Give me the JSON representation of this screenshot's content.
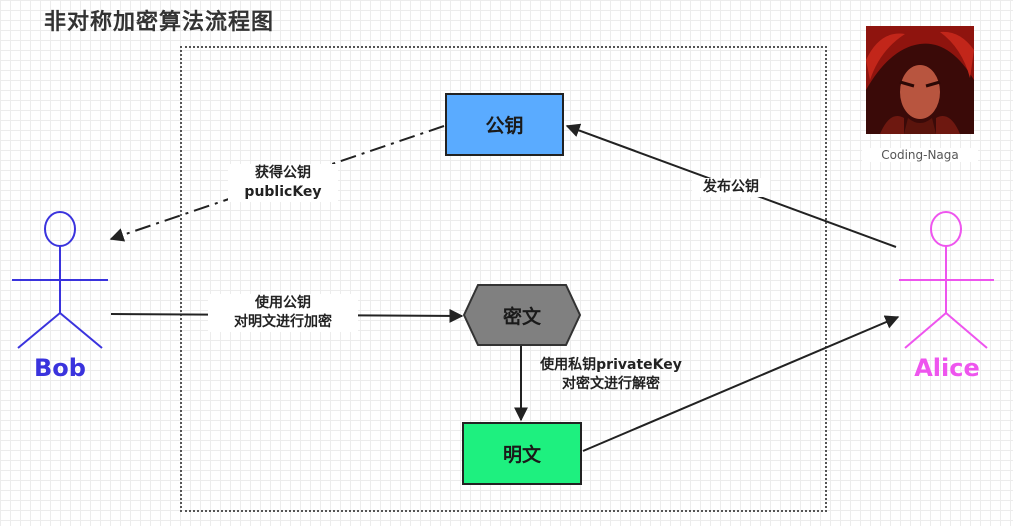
{
  "title": "非对称加密算法流程图",
  "nodes": {
    "public_key": "公钥",
    "ciphertext": "密文",
    "plaintext": "明文"
  },
  "actors": {
    "bob": {
      "name": "Bob",
      "color": "#3a33dd"
    },
    "alice": {
      "name": "Alice",
      "color": "#ee55ee"
    }
  },
  "edges": {
    "get_public_key": [
      "获得公钥",
      "publicKey"
    ],
    "publish_public_key": "发布公钥",
    "encrypt": [
      "使用公钥",
      "对明文进行加密"
    ],
    "decrypt": [
      "使用私钥privateKey",
      "对密文进行解密"
    ]
  },
  "avatar": {
    "caption": "Coding-Naga"
  },
  "colors": {
    "public_key_fill": "#5aabff",
    "ciphertext_fill": "#808080",
    "plaintext_fill": "#1ef07f",
    "border": "#222222"
  }
}
